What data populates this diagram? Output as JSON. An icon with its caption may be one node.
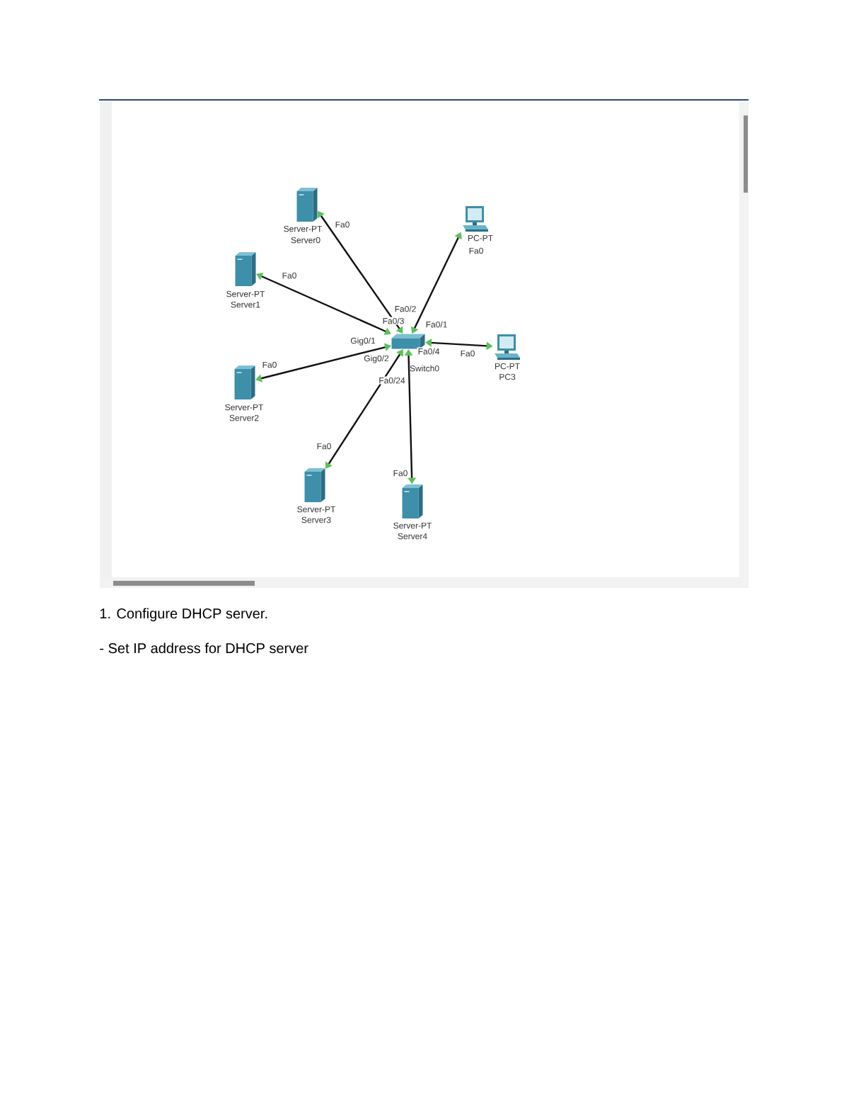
{
  "diagram": {
    "nodes": [
      {
        "text": [
          "Server-PT",
          "Server0"
        ],
        "beside": [
          "Fa0"
        ]
      },
      {
        "text": [
          "PC-PT"
        ],
        "beside": [
          "Fa0"
        ]
      },
      {
        "text": [
          "Server-PT",
          "Server1"
        ],
        "beside": [
          "Fa0"
        ]
      },
      {
        "text": [
          "Switch0"
        ],
        "beside": [
          "Fa0/2",
          "Fa0/3",
          "Fa0/1",
          "Gig0/1",
          "Fa0/4",
          "Gig0/2",
          "Fa0/24"
        ]
      },
      {
        "text": [
          "PC-PT",
          "PC3"
        ],
        "beside": [
          "Fa0"
        ]
      },
      {
        "text": [
          "Server-PT",
          "Server2"
        ],
        "beside": [
          "Fa0"
        ]
      },
      {
        "text": [
          "Server-PT",
          "Server3"
        ],
        "beside": [
          "Fa0"
        ]
      },
      {
        "text": [
          "Server-PT",
          "Server4"
        ],
        "beside": [
          "Fa0"
        ]
      }
    ],
    "edges": [
      {
        "from": 0,
        "to": 3,
        "arrow": "both"
      },
      {
        "from": 1,
        "to": 3,
        "arrow": "both"
      },
      {
        "from": 2,
        "to": 3,
        "arrow": "both"
      },
      {
        "from": 4,
        "to": 3,
        "arrow": "both"
      },
      {
        "from": 5,
        "to": 3,
        "arrow": "both"
      },
      {
        "from": 6,
        "to": 3,
        "arrow": "both"
      },
      {
        "from": 7,
        "to": 3,
        "arrow": "both"
      }
    ],
    "labels": [
      "1. Configure DHCP server.",
      "- Set IP address for DHCP server"
    ]
  }
}
